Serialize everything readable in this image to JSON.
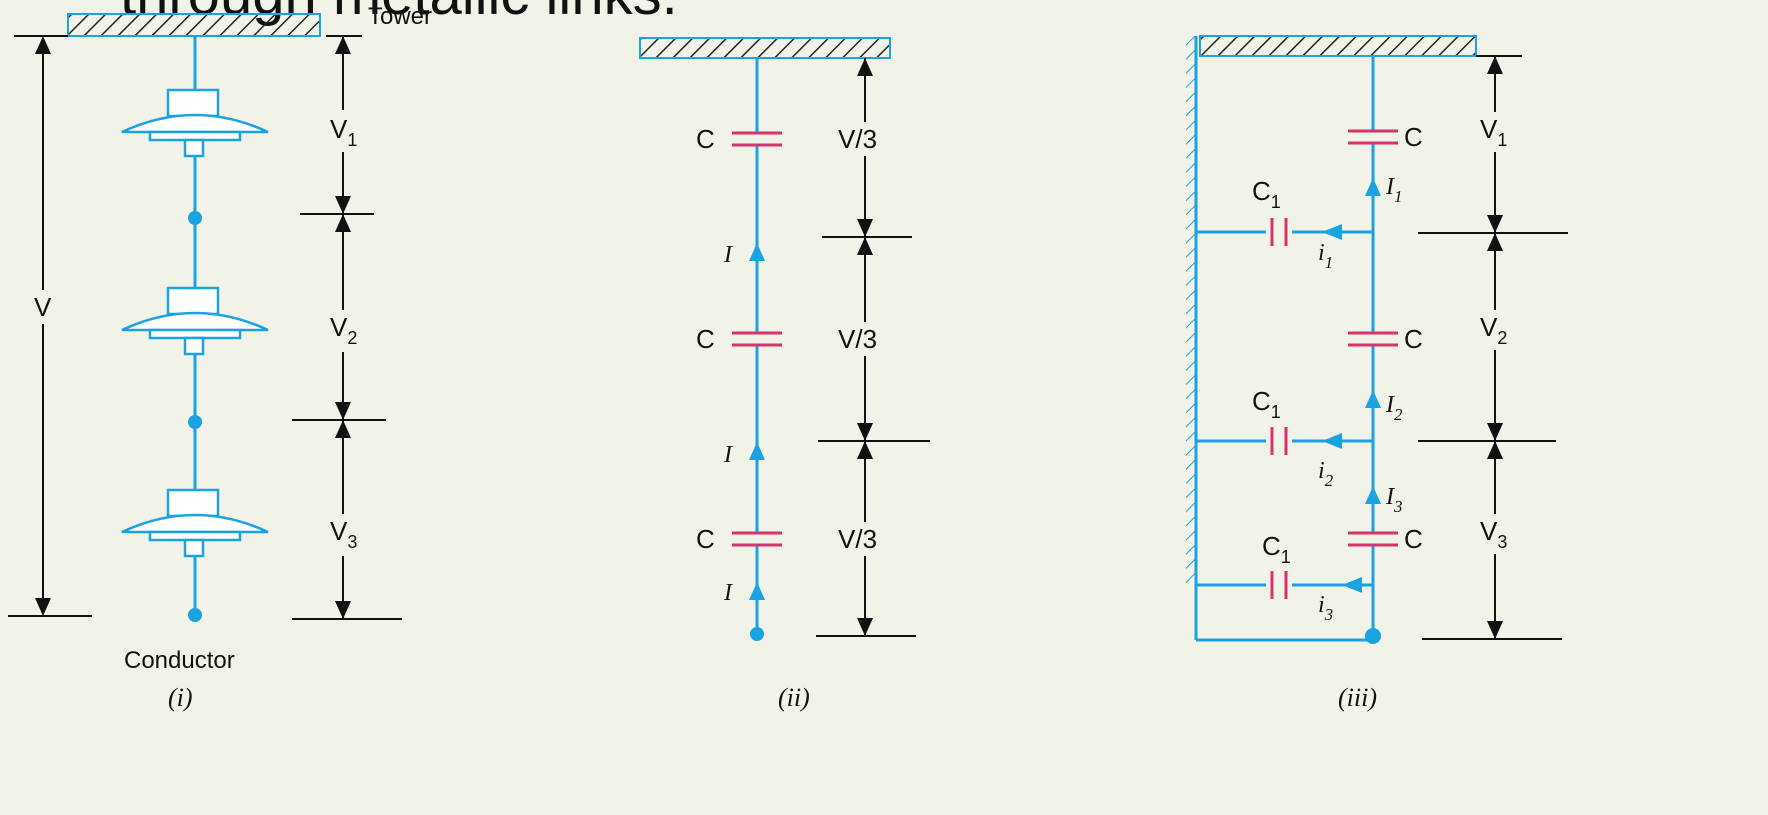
{
  "header_text": "through metallic links.",
  "colors": {
    "wire": "#1aa3e0",
    "capacitor": "#d6336c",
    "dim": "#111111",
    "background": "#f2f3e8"
  },
  "fig1": {
    "tower_label": "Tower",
    "total": "V",
    "voltages": [
      {
        "base": "V",
        "sub": "1"
      },
      {
        "base": "V",
        "sub": "2"
      },
      {
        "base": "V",
        "sub": "3"
      }
    ],
    "conductor_label": "Conductor",
    "caption": "(i)"
  },
  "fig2": {
    "cap_label": "C",
    "current_label": "I",
    "voltage_label": "V/3",
    "caption": "(ii)"
  },
  "fig3": {
    "series_cap": "C",
    "shunt_cap": {
      "base": "C",
      "sub": "1"
    },
    "currents_series": [
      {
        "base": "I",
        "sub": "1"
      },
      {
        "base": "I",
        "sub": "2"
      },
      {
        "base": "I",
        "sub": "3"
      }
    ],
    "currents_shunt": [
      {
        "base": "i",
        "sub": "1"
      },
      {
        "base": "i",
        "sub": "2"
      },
      {
        "base": "i",
        "sub": "3"
      }
    ],
    "voltages": [
      {
        "base": "V",
        "sub": "1"
      },
      {
        "base": "V",
        "sub": "2"
      },
      {
        "base": "V",
        "sub": "3"
      }
    ],
    "caption": "(iii)"
  }
}
